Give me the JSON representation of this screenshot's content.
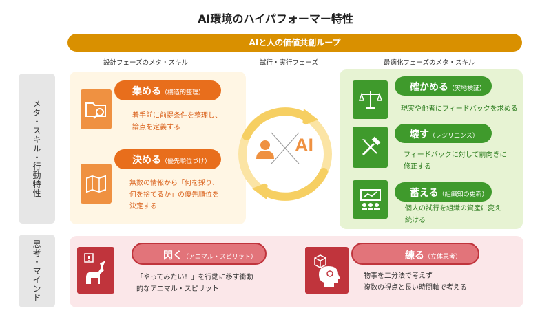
{
  "title": "AI環境のハイパフォーマー特性",
  "loop_label": "AIと人の価値共創ループ",
  "columns": {
    "design": "設計フェーズのメタ・スキル",
    "execute": "試行・実行フェーズ",
    "optimize": "最適化フェーズのメタ・スキル"
  },
  "side_labels": {
    "skills": "メタ・スキル・行動特性",
    "mind": "思考・マインド"
  },
  "center": {
    "ai_text": "AI"
  },
  "skills": {
    "atsumeru": {
      "name": "集める",
      "sub": "（構造的整理）",
      "desc": [
        "着手前に前提条件を整理し、",
        "論点を定義する"
      ],
      "icon": "folder-search-icon"
    },
    "kimeru": {
      "name": "決める",
      "sub": "（優先順位づけ）",
      "desc": [
        "無数の情報から「何を採り、",
        "何を捨てるか」の優先順位を",
        "決定する"
      ],
      "icon": "map-icon"
    },
    "tashikameru": {
      "name": "確かめる",
      "sub": "（実地検証）",
      "desc": [
        "現実や他者にフィードバックを求める"
      ],
      "icon": "scale-icon"
    },
    "kowasu": {
      "name": "壊す",
      "sub": "（レジリエンス）",
      "desc": [
        "フィードバックに対して前向きに",
        "修正する"
      ],
      "icon": "tools-icon"
    },
    "takuwaeru": {
      "name": "蓄える",
      "sub": "（組織知の更新）",
      "desc": [
        "個人の試行を組織の資産に変え",
        "続ける"
      ],
      "icon": "presentation-icon"
    }
  },
  "mind": {
    "hirameku": {
      "name": "閃く",
      "sub": "（アニマル・スピリット）",
      "desc": [
        "「やってみたい！」を行動に移す衝動",
        "的なアニマル・スピリット"
      ],
      "icon": "unicorn-icon"
    },
    "neru": {
      "name": "練る",
      "sub": "（立体思考）",
      "desc": [
        "物事を二分法で考えず",
        "複数の視点と長い時間軸で考える"
      ],
      "icon": "head-cube-icon"
    }
  },
  "colors": {
    "loop": "#d99000",
    "design": "#e86e1c",
    "optimize": "#3f9a2c",
    "mind": "#c0343c",
    "cycle": "#f6cf62"
  }
}
